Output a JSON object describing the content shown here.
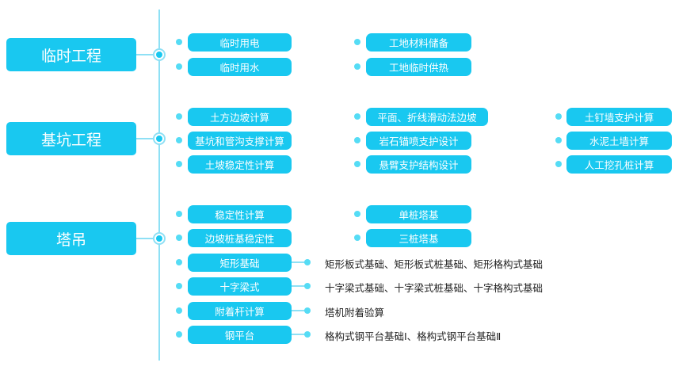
{
  "categories": [
    "临时工程",
    "基坑工程",
    "塔吊"
  ],
  "temp": [
    "临时用电",
    "临时用水",
    "工地材料储备",
    "工地临时供热"
  ],
  "pit": [
    "土方边坡计算",
    "基坑和管沟支撑计算",
    "土坡稳定性计算",
    "平面、折线滑动法边坡",
    "岩石锚喷支护设计",
    "悬臂支护结构设计",
    "土钉墙支护计算",
    "水泥土墙计算",
    "人工挖孔桩计算"
  ],
  "crane": [
    "稳定性计算",
    "边坡桩基稳定性",
    "矩形基础",
    "十字梁式",
    "附着杆计算",
    "钢平台",
    "单桩塔基",
    "三桩塔基"
  ],
  "crane_desc": [
    "矩形板式基础、矩形板式桩基础、矩形格构式基础",
    "十字梁式基础、十字梁式桩基础、十字格构式基础",
    "塔机附着验算",
    "格构式钢平台基础Ⅰ、格构式钢平台基础Ⅱ"
  ]
}
